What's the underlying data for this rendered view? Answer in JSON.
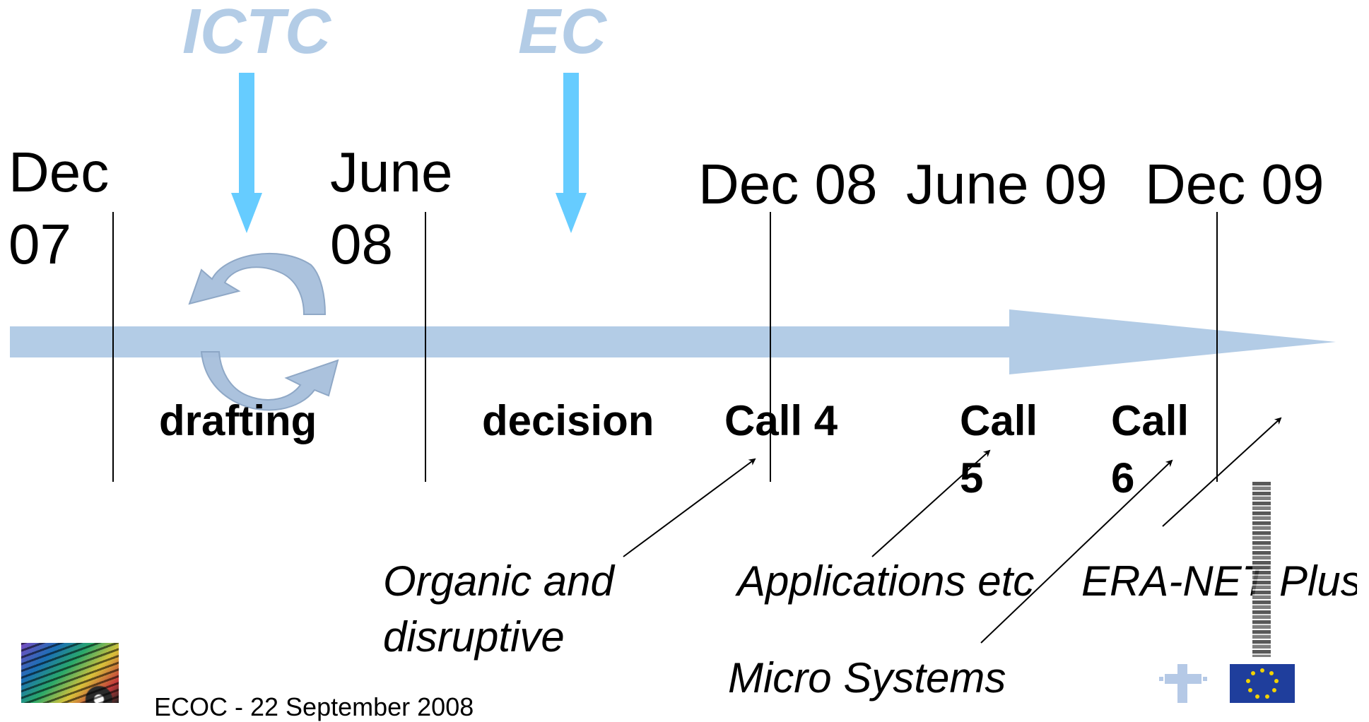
{
  "actors": {
    "ictc": "ICTC",
    "ec": "EC"
  },
  "dates": {
    "dec07_line1": "Dec",
    "dec07_line2": "07",
    "june08_line1": "June",
    "june08_line2": "08",
    "dec08": "Dec 08",
    "june09": "June 09",
    "dec09": "Dec 09"
  },
  "phases": {
    "drafting": "drafting",
    "decision": "decision",
    "call4": "Call 4",
    "call5_line1": "Call",
    "call5_line2": "5",
    "call6_line1": "Call",
    "call6_line2": "6"
  },
  "notes": {
    "organic_line1": "Organic and",
    "organic_line2": "disruptive",
    "applications": "Applications etc",
    "era_net": "ERA-NET Plus",
    "micro_systems": "Micro Systems"
  },
  "footer": {
    "text": "ECOC - 22 September 2008"
  },
  "colors": {
    "actor_text": "#b3cce6",
    "down_arrow": "#66ccff",
    "timeline_arrow": "#b3cce6",
    "cycle_arrow": "#a7bfdc",
    "lines": "#000000"
  },
  "icons": [
    "down-arrow-icon",
    "cycle-arrows-icon",
    "timeline-arrow-icon"
  ]
}
